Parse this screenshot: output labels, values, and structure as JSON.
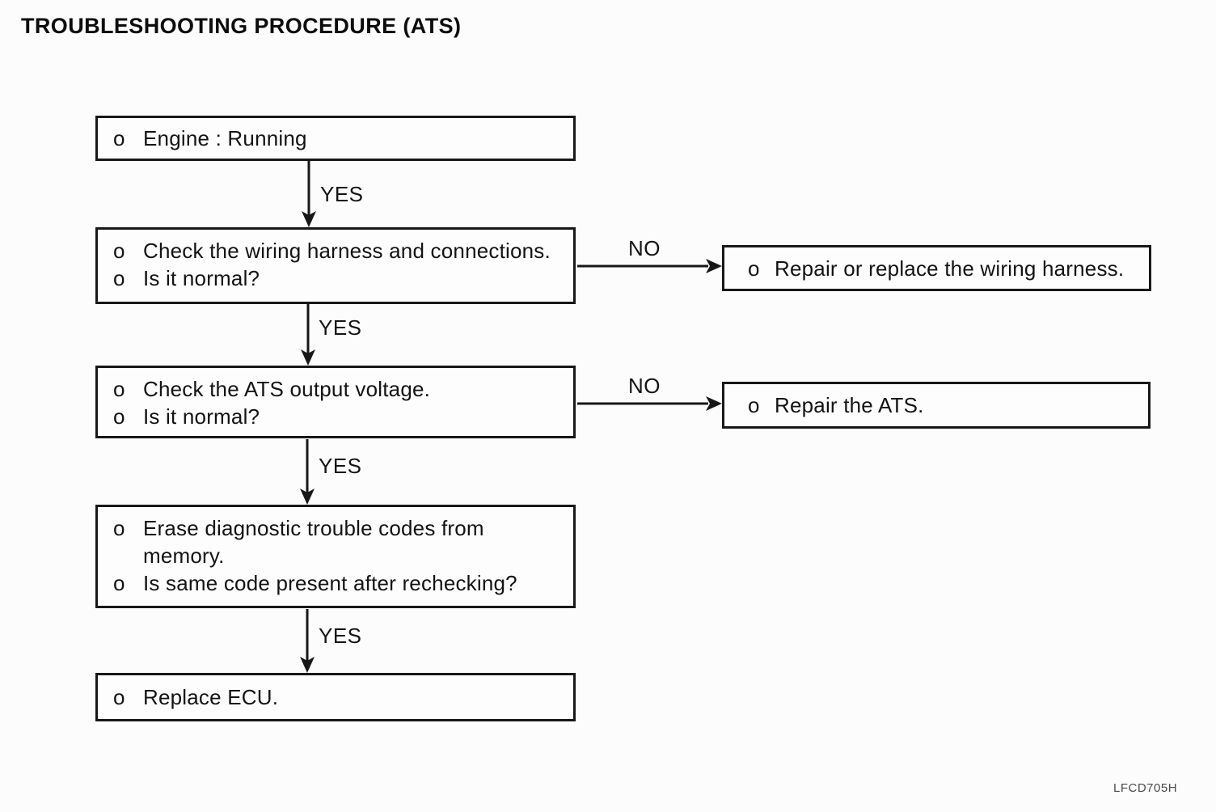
{
  "page": {
    "title": "TROUBLESHOOTING PROCEDURE (ATS)",
    "figure_code": "LFCD705H"
  },
  "colors": {
    "ink": "#171717",
    "paper": "#fcfcfc"
  },
  "flowchart": {
    "type": "troubleshooting-flowchart",
    "bullet_marker": "o",
    "steps": [
      {
        "id": "engine-running",
        "items": [
          "Engine : Running"
        ]
      },
      {
        "id": "check-wiring-harness",
        "items": [
          "Check the wiring harness and connections.",
          "Is it normal?"
        ]
      },
      {
        "id": "check-ats-output-voltage",
        "items": [
          "Check the ATS output voltage.",
          "Is it normal?"
        ]
      },
      {
        "id": "erase-diagnostic-codes",
        "items": [
          "Erase diagnostic trouble codes from memory.",
          "Is same code present after rechecking?"
        ]
      },
      {
        "id": "replace-ecu",
        "items": [
          "Replace ECU."
        ]
      }
    ],
    "remedies": [
      {
        "id": "repair-wiring-harness",
        "items": [
          "Repair or replace the wiring harness."
        ]
      },
      {
        "id": "repair-ats",
        "items": [
          "Repair the ATS."
        ]
      }
    ],
    "edges": [
      {
        "from": "engine-running",
        "to": "check-wiring-harness",
        "label": "YES"
      },
      {
        "from": "check-wiring-harness",
        "to": "repair-wiring-harness",
        "label": "NO"
      },
      {
        "from": "check-wiring-harness",
        "to": "check-ats-output-voltage",
        "label": "YES"
      },
      {
        "from": "check-ats-output-voltage",
        "to": "repair-ats",
        "label": "NO"
      },
      {
        "from": "check-ats-output-voltage",
        "to": "erase-diagnostic-codes",
        "label": "YES"
      },
      {
        "from": "erase-diagnostic-codes",
        "to": "replace-ecu",
        "label": "YES"
      }
    ]
  }
}
